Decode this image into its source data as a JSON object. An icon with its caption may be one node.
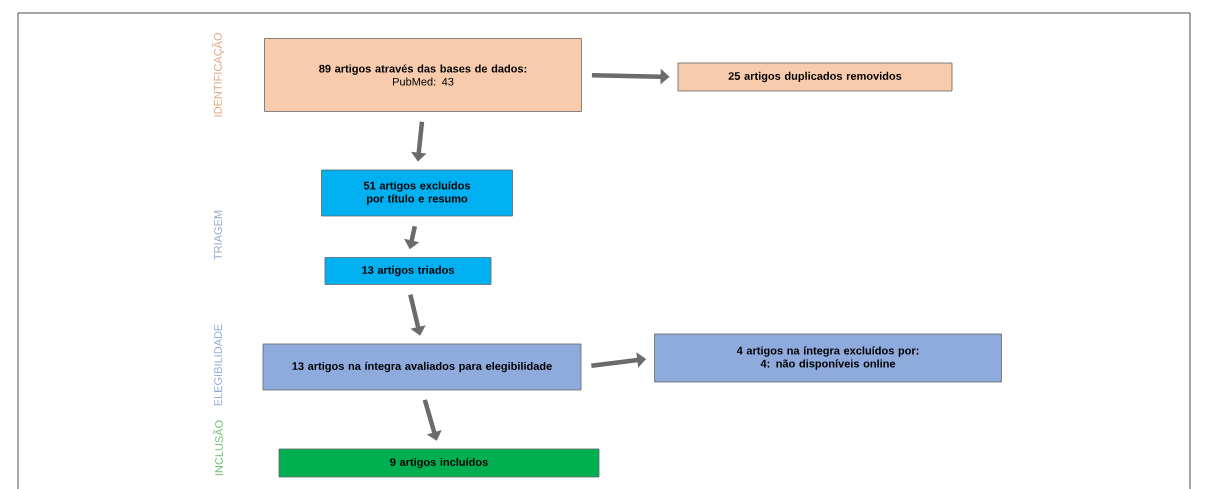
{
  "diagram": {
    "nodes": [
      {
        "text": [
          "89 artigos através das bases de dados:",
          "PubMed: 43"
        ]
      },
      {
        "text": [
          "25 artigos duplicados removidos"
        ]
      },
      {
        "text": [
          "51 artigos excluídos por título e resumo"
        ]
      },
      {
        "text": [
          "13 artigos triados"
        ]
      },
      {
        "text": [
          "13 artigos na íntegra avaliados para elegibilidade"
        ]
      },
      {
        "text": [
          "4 artigos na íntegra excluídos por:",
          "4: não disponíveis online"
        ]
      },
      {
        "text": [
          "9 artigos incluídos"
        ]
      }
    ],
    "edges": [
      {
        "from": 0,
        "to": 1,
        "arrow": "to"
      },
      {
        "from": 0,
        "to": 2,
        "arrow": "to"
      },
      {
        "from": 2,
        "to": 3,
        "arrow": "to"
      },
      {
        "from": 3,
        "to": 4,
        "arrow": "to"
      },
      {
        "from": 4,
        "to": 5,
        "arrow": "to"
      },
      {
        "from": 4,
        "to": 6,
        "arrow": "to"
      }
    ],
    "labels": [
      "IDENTIFICAÇÃO",
      "TRIAGEM",
      "ELEGIBILIDADE",
      "INCLUSÃO"
    ]
  }
}
